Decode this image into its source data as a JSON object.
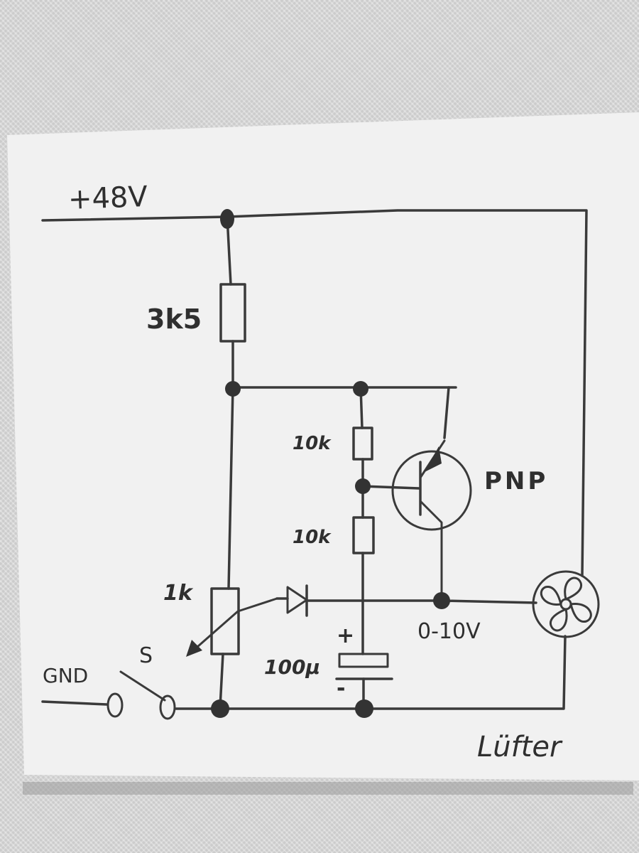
{
  "labels": {
    "supply": "+48V",
    "r_top": "3k5",
    "r_upper": "10k",
    "r_lower": "10k",
    "transistor": "PNP",
    "pot": "1k",
    "switch": "S",
    "gnd": "GND",
    "cap": "100µ",
    "cap_plus": "+",
    "cap_minus": "-",
    "output": "0-10V",
    "fan": "Lüfter"
  },
  "colors": {
    "paper": "#f1f1f1",
    "ink": "#333333",
    "background": "#d9d9d9"
  }
}
